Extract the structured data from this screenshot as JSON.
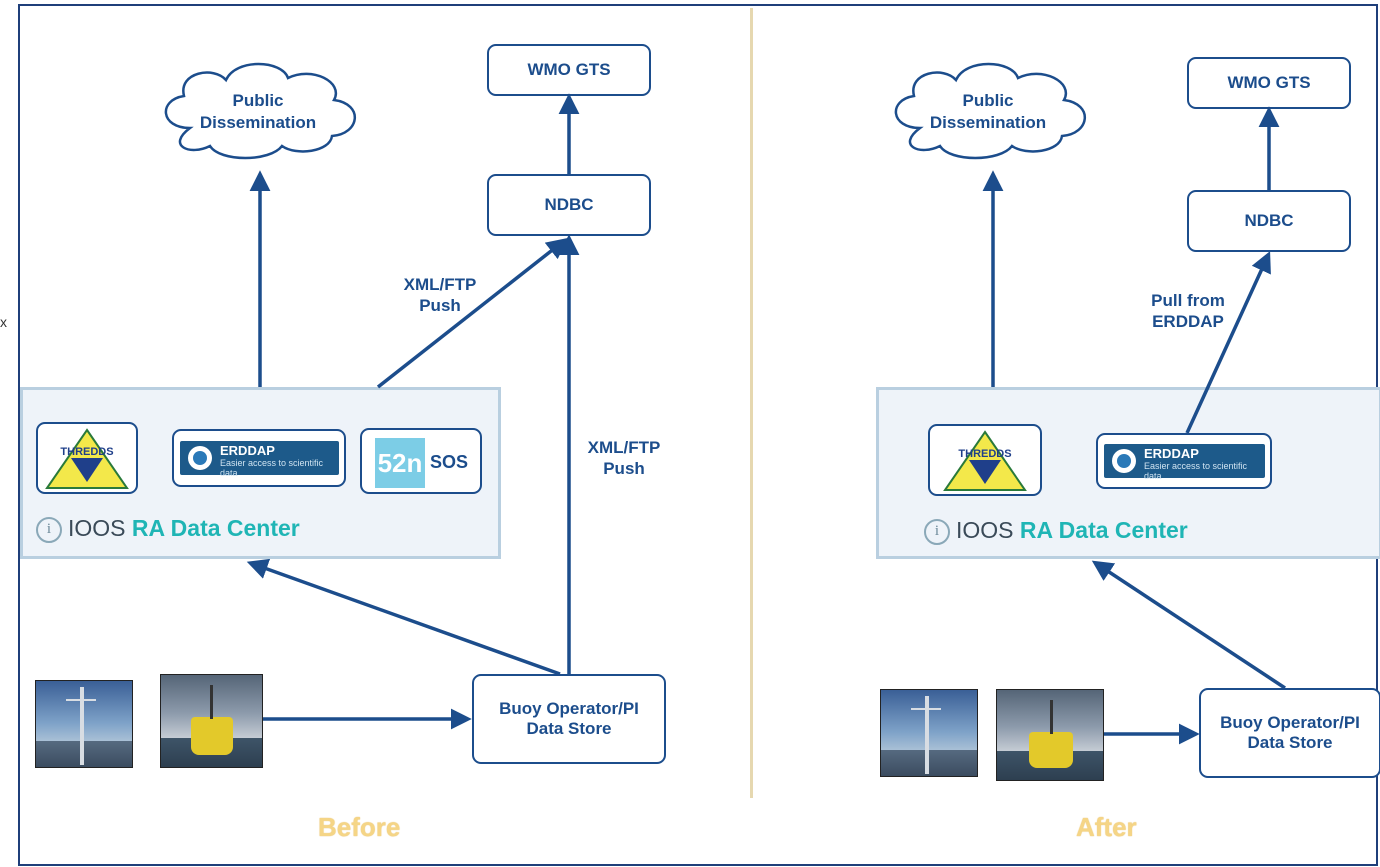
{
  "colors": {
    "accent": "#1c4d8c",
    "footer": "#f5d586",
    "ra_text": "#1fb5b5"
  },
  "stray_char": "x",
  "before": {
    "cloud_label": [
      "Public",
      "Dissemination"
    ],
    "wmo": "WMO GTS",
    "ndbc": "NDBC",
    "push_label_1": [
      "XML/FTP",
      "Push"
    ],
    "push_label_2": [
      "XML/FTP",
      "Push"
    ],
    "logos": {
      "thredds": "THREDDS",
      "erddap_title": "ERDDAP",
      "erddap_sub": "Easier access to scientific data",
      "sos_badge": "52n",
      "sos_text": "SOS"
    },
    "ioos": "IOOS",
    "ra": "RA Data Center",
    "buoy_store": [
      "Buoy Operator/PI",
      "Data Store"
    ],
    "footer": "Before"
  },
  "after": {
    "cloud_label": [
      "Public",
      "Dissemination"
    ],
    "wmo": "WMO GTS",
    "ndbc": "NDBC",
    "pull_label": [
      "Pull from",
      "ERDDAP"
    ],
    "logos": {
      "thredds": "THREDDS",
      "erddap_title": "ERDDAP",
      "erddap_sub": "Easier access to scientific data"
    },
    "ioos": "IOOS",
    "ra": "RA Data Center",
    "buoy_store": [
      "Buoy Operator/PI",
      "Data Store"
    ],
    "footer": "After"
  }
}
